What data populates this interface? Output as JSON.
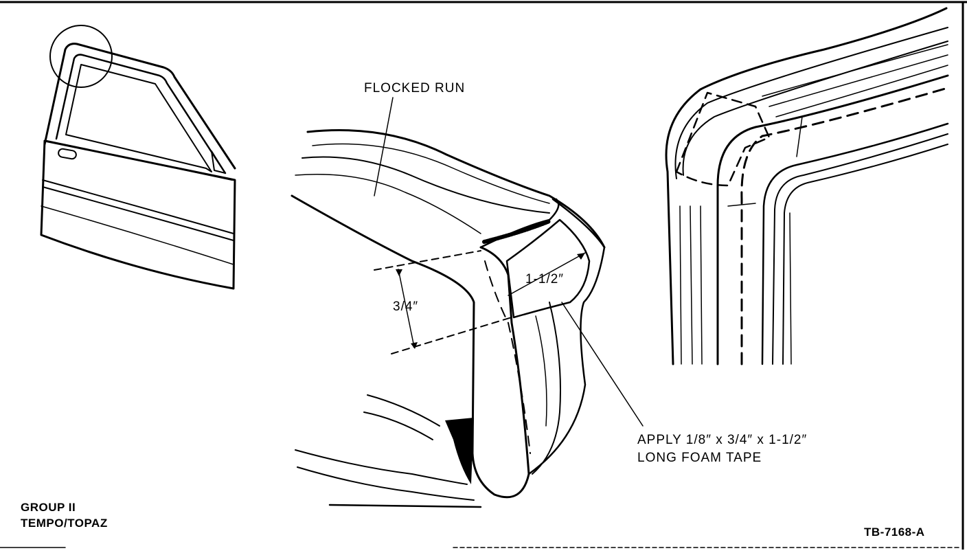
{
  "labels": {
    "flocked_run": "FLOCKED RUN",
    "dim_3_4": "3/4″",
    "dim_1_1_2": "1-1/2″",
    "foam_tape_line1": "APPLY 1/8″ x 3/4″ x 1-1/2″",
    "foam_tape_line2": "LONG FOAM TAPE",
    "group_line1": "GROUP II",
    "group_line2": "TEMPO/TOPAZ",
    "figure_id": "TB-7168-A"
  }
}
